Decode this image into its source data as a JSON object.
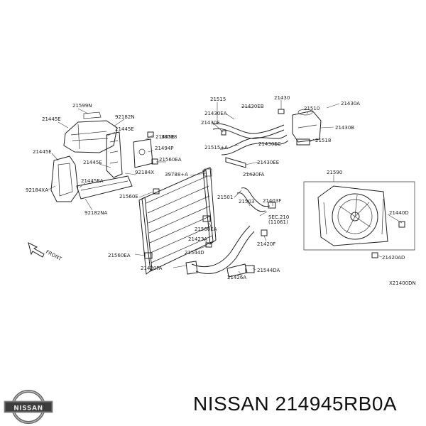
{
  "diagram": {
    "code": "X21400DN",
    "front_label": "FRONT",
    "callouts": [
      {
        "id": "21599N",
        "text": "21599N"
      },
      {
        "id": "92182N",
        "text": "92182N"
      },
      {
        "id": "21445E_a",
        "text": "21445E"
      },
      {
        "id": "21445E_b",
        "text": "21445E"
      },
      {
        "id": "21445E_c",
        "text": "21445E"
      },
      {
        "id": "21445E_d",
        "text": "21445E"
      },
      {
        "id": "21445E_e",
        "text": "21445E"
      },
      {
        "id": "21445EA",
        "text": "21445EA"
      },
      {
        "id": "21494P",
        "text": "21494P"
      },
      {
        "id": "92184X",
        "text": "92184X"
      },
      {
        "id": "92184XA",
        "text": "92184XA"
      },
      {
        "id": "92182NA",
        "text": "92182NA"
      },
      {
        "id": "21560E",
        "text": "21560E"
      },
      {
        "id": "21560EA_a",
        "text": "21560EA"
      },
      {
        "id": "21560EA_b",
        "text": "21560EA"
      },
      {
        "id": "21560EA_c",
        "text": "21560EA"
      },
      {
        "id": "39788",
        "text": "39788"
      },
      {
        "id": "39788A",
        "text": "39788+A"
      },
      {
        "id": "21515",
        "text": "21515"
      },
      {
        "id": "21515A",
        "text": "21515+A"
      },
      {
        "id": "21430E",
        "text": "21430E"
      },
      {
        "id": "21430EA",
        "text": "21430EA"
      },
      {
        "id": "21430EB",
        "text": "21430EB"
      },
      {
        "id": "21430EC",
        "text": "21430EC"
      },
      {
        "id": "21430EE",
        "text": "21430EE"
      },
      {
        "id": "21430",
        "text": "21430"
      },
      {
        "id": "21430A",
        "text": "21430A"
      },
      {
        "id": "21430B",
        "text": "21430B"
      },
      {
        "id": "21510",
        "text": "21510"
      },
      {
        "id": "21518",
        "text": "21518"
      },
      {
        "id": "21420FA_a",
        "text": "21420FA"
      },
      {
        "id": "21420FA_b",
        "text": "21420FA"
      },
      {
        "id": "21501",
        "text": "21501"
      },
      {
        "id": "21403F",
        "text": "21403F"
      },
      {
        "id": "SEC210",
        "text": "SEC.210"
      },
      {
        "id": "11061",
        "text": "(11061)"
      },
      {
        "id": "21503",
        "text": "21503"
      },
      {
        "id": "21423A",
        "text": "21423A"
      },
      {
        "id": "21420F",
        "text": "21420F"
      },
      {
        "id": "21544D",
        "text": "21544D"
      },
      {
        "id": "21544DA",
        "text": "21544DA"
      },
      {
        "id": "21426A",
        "text": "21426A"
      },
      {
        "id": "21590",
        "text": "21590"
      },
      {
        "id": "21440D",
        "text": "21440D"
      },
      {
        "id": "21420AD",
        "text": "21420AD"
      }
    ]
  },
  "footer": {
    "part_number_text": "NISSAN 214945RB0A",
    "brand_logo_text": "NISSAN"
  }
}
